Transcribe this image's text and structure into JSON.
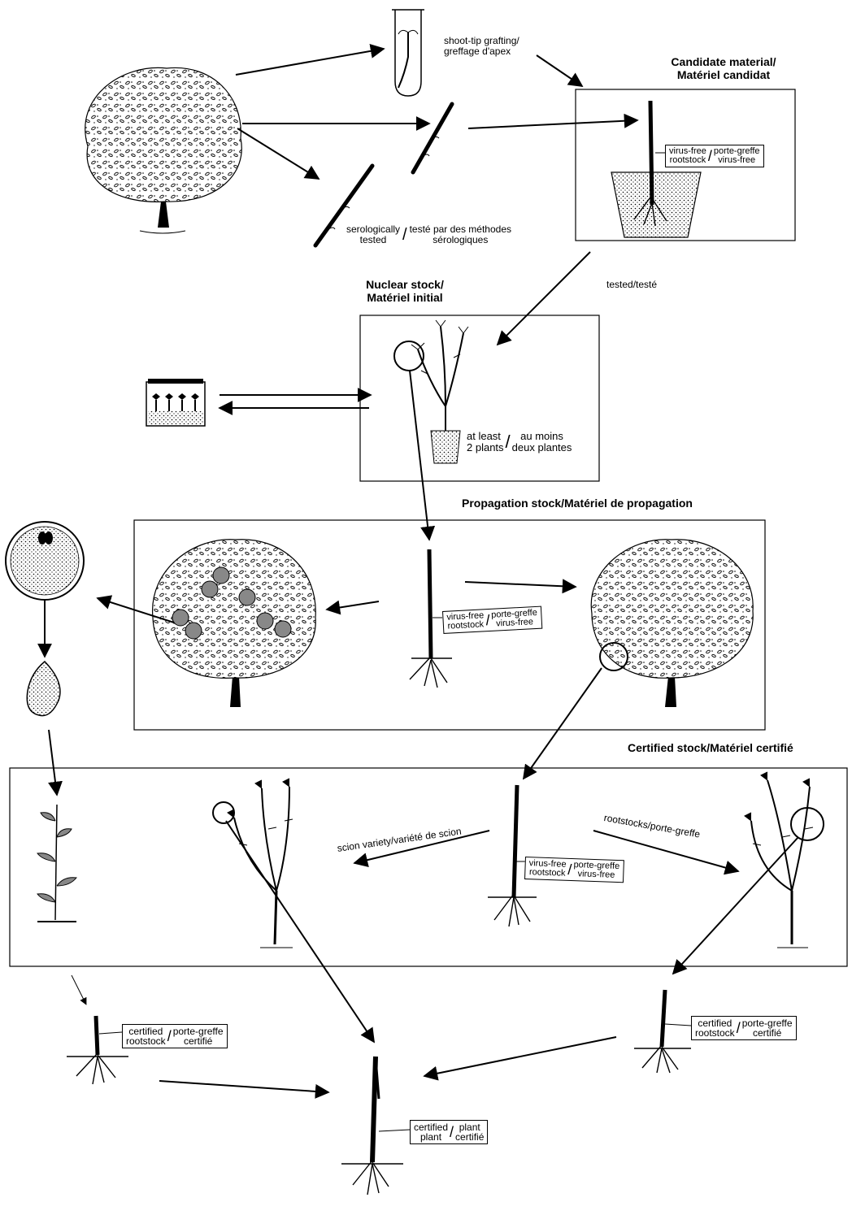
{
  "headings": {
    "candidate_line1": "Candidate material/",
    "candidate_line2": "Matériel candidat",
    "nuclear_line1": "Nuclear stock/",
    "nuclear_line2": "Matériel initial",
    "propagation": "Propagation stock/Matériel de propagation",
    "certified": "Certified stock/Matériel certifié"
  },
  "labels": {
    "shoot_tip_1": "shoot-tip grafting/",
    "shoot_tip_2": "greffage d'apex",
    "sero_en_1": "serologically",
    "sero_en_2": "tested",
    "sero_fr_1": "testé par des méthodes",
    "sero_fr_2": "sérologiques",
    "tested": "tested/testé",
    "atleast_en_1": "at least",
    "atleast_en_2": "2 plants",
    "atleast_fr_1": "au moins",
    "atleast_fr_2": "deux plantes",
    "scion": "scion variety/variété de scion",
    "rootstocks": "rootstocks/porte-greffe"
  },
  "tags": {
    "vf_en_1": "virus-free",
    "vf_en_2": "rootstock",
    "vf_fr_1": "porte-greffe",
    "vf_fr_2": "virus-free",
    "cr_en_1": "certified",
    "cr_en_2": "rootstock",
    "cr_fr_1": "porte-greffe",
    "cr_fr_2": "certifié",
    "cp_en_1": "certified",
    "cp_en_2": "plant",
    "cp_fr_1": "plant",
    "cp_fr_2": "certifié",
    "slash": "/"
  }
}
